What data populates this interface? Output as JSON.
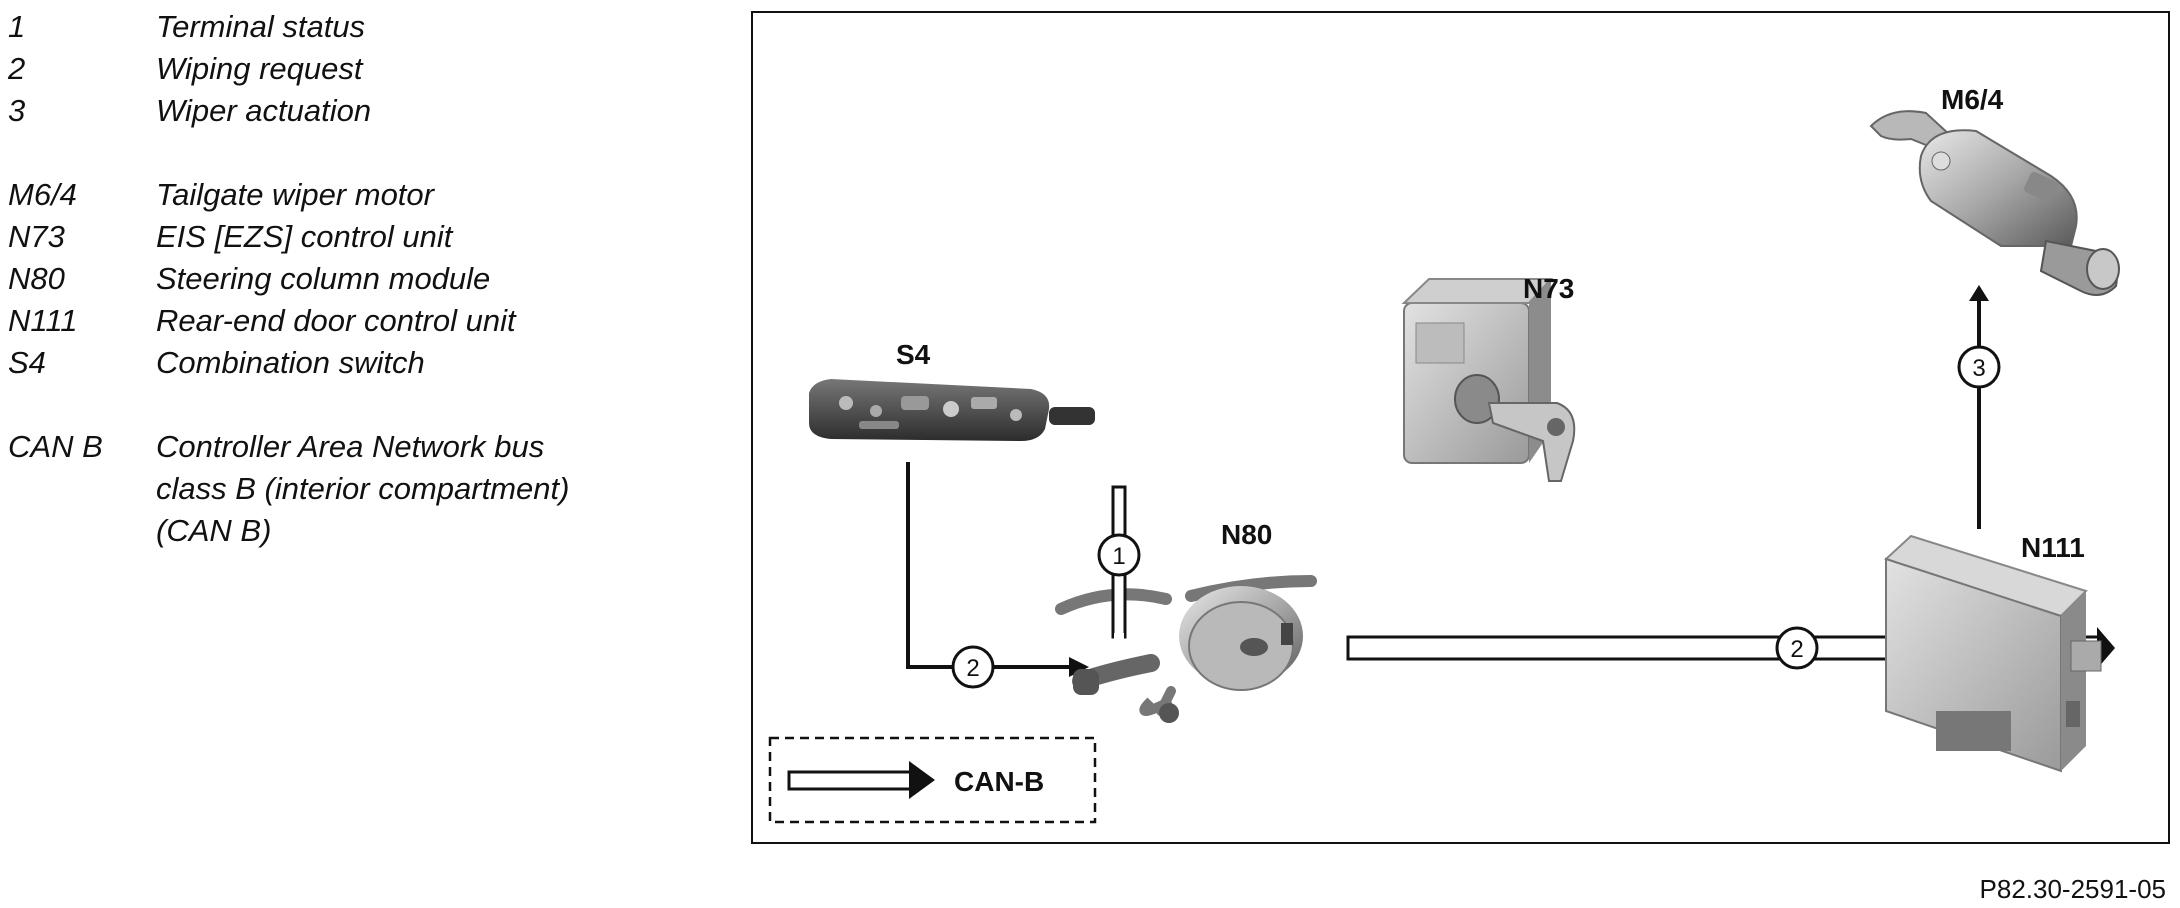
{
  "legend": {
    "items": [
      {
        "code": "1",
        "text": "Terminal status"
      },
      {
        "code": "2",
        "text": "Wiping request"
      },
      {
        "code": "3",
        "text": "Wiper actuation"
      },
      {
        "code": "M6/4",
        "text": "Tailgate wiper motor"
      },
      {
        "code": "N73",
        "text": "EIS [EZS] control unit"
      },
      {
        "code": "N80",
        "text": "Steering column module"
      },
      {
        "code": "N111",
        "text": "Rear-end door control unit"
      },
      {
        "code": "S4",
        "text": "Combination switch"
      },
      {
        "code": "CAN B",
        "text": "Controller Area Network bus"
      }
    ],
    "can_b_line2": "class B (interior compartment)",
    "can_b_line3": "(CAN B)"
  },
  "diagram": {
    "components": {
      "s4": "S4",
      "n80": "N80",
      "n73": "N73",
      "n111": "N111",
      "m64": "M6/4"
    },
    "signals": {
      "wiping_request_1": "2",
      "wiping_request_2": "2",
      "terminal_status": "1",
      "wiper_actuation": "3"
    },
    "key_label": "CAN-B"
  },
  "figure_id": "P82.30-2591-05"
}
